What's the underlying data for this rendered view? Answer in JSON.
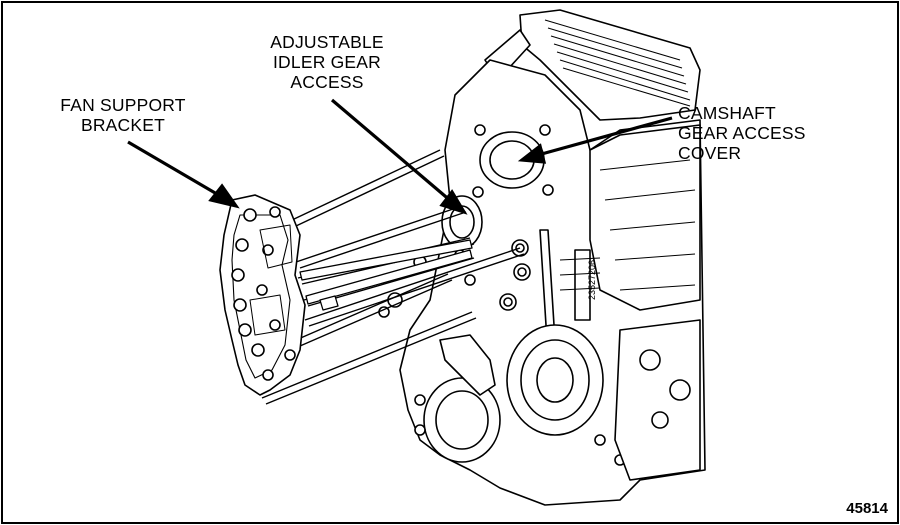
{
  "callouts": {
    "fan_support_bracket": [
      "FAN SUPPORT",
      "BRACKET"
    ],
    "adjustable_idler_gear_access": [
      "ADJUSTABLE",
      "IDLER GEAR",
      "ACCESS"
    ],
    "camshaft_gear_access_cover": [
      "CAMSHAFT",
      "GEAR ACCESS",
      "COVER"
    ]
  },
  "figure_number": "45814",
  "line_color": "#000000",
  "background_color": "#ffffff"
}
